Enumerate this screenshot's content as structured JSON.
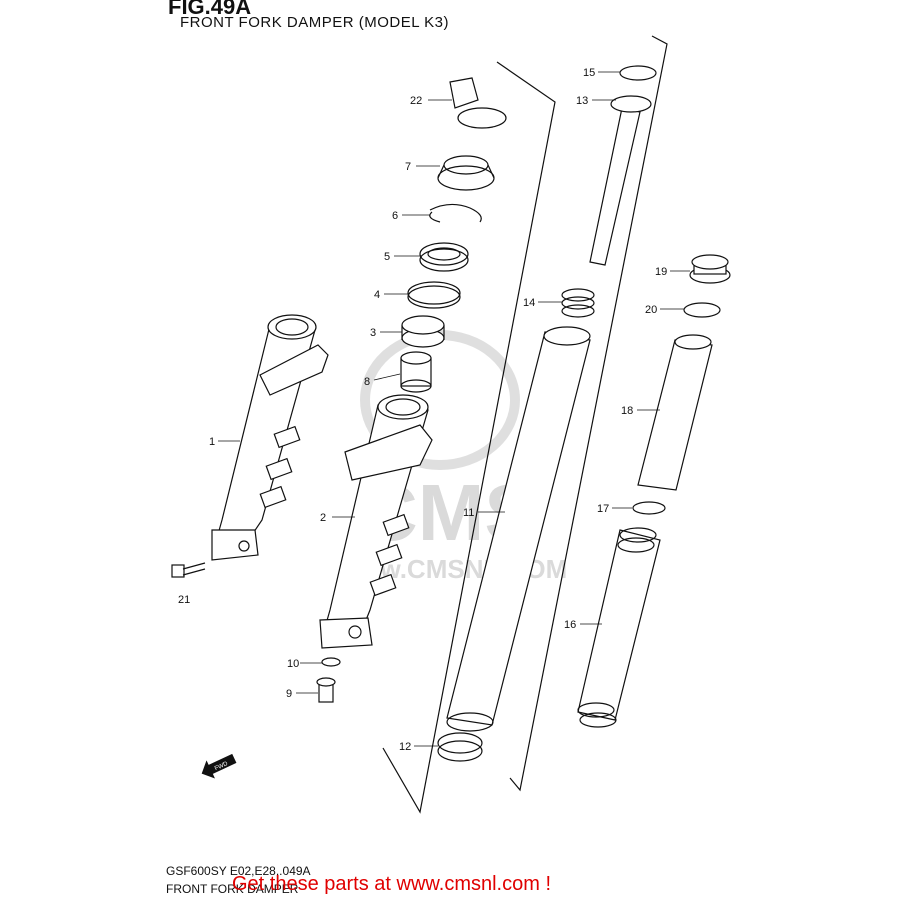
{
  "figure": {
    "title": "FIG.49A",
    "subtitle": "FRONT FORK DAMPER (MODEL K3)",
    "code": "GSF600SY E02,E28..049A",
    "footer_caption": "FRONT FORK DAMPER"
  },
  "promo_text": "Get these parts at www.cmsnl.com !",
  "watermark": {
    "logo": "CMS",
    "url": "www.CMSNL.COM"
  },
  "fwd_label": "FWD",
  "callouts": [
    "1",
    "2",
    "3",
    "4",
    "5",
    "6",
    "7",
    "8",
    "9",
    "10",
    "11",
    "12",
    "13",
    "14",
    "15",
    "16",
    "17",
    "18",
    "19",
    "20",
    "21",
    "22"
  ],
  "colors": {
    "line": "#111111",
    "promo": "#e00000",
    "watermark": "#d6d6d6"
  }
}
